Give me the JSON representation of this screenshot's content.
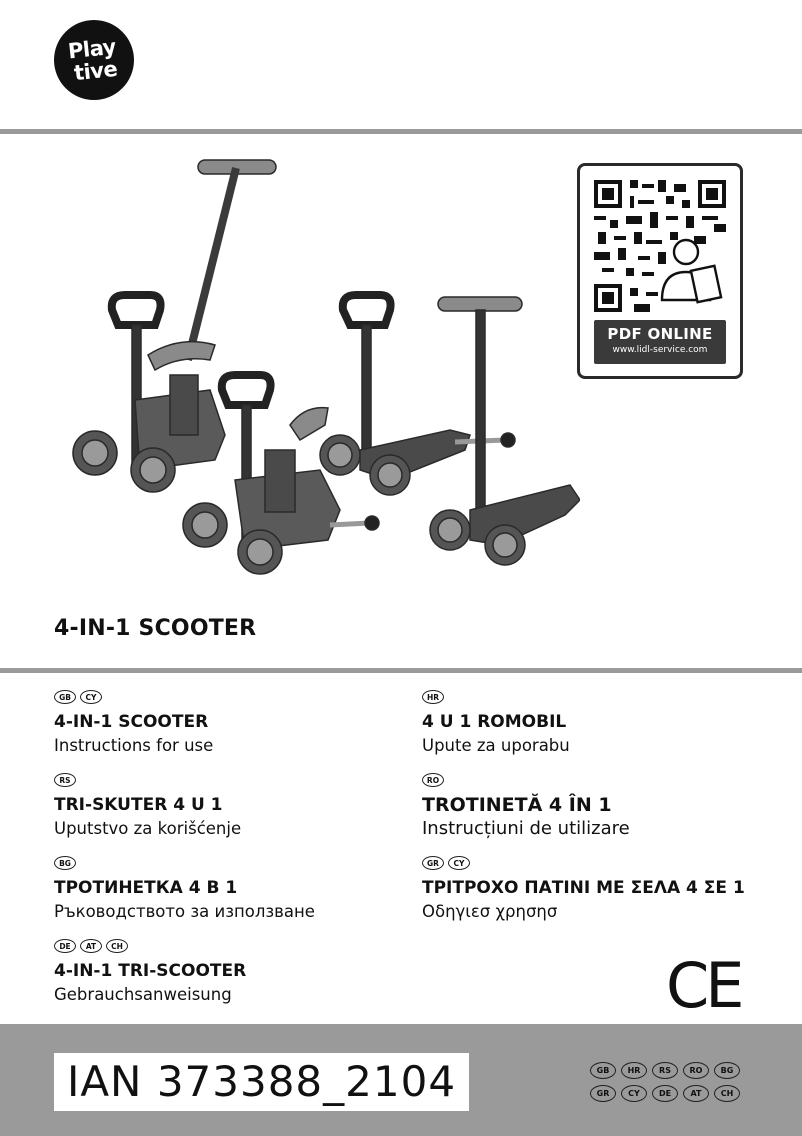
{
  "brand": {
    "logo_line1": "Play",
    "logo_line2": "tive"
  },
  "qr": {
    "label": "PDF ONLINE",
    "url": "www.lidl-service.com"
  },
  "product_title": "4-IN-1 SCOOTER",
  "languages": [
    {
      "badges": [
        "GB",
        "CY"
      ],
      "title": "4-IN-1 SCOOTER",
      "subtitle": "Instructions for use"
    },
    {
      "badges": [
        "RS"
      ],
      "title": "TRI-SKUTER 4 U 1",
      "subtitle": "Uputstvo za korišćenje"
    },
    {
      "badges": [
        "BG"
      ],
      "title": "ТРОТИНЕТКА 4 В 1",
      "subtitle": "Ръководството за използване"
    },
    {
      "badges": [
        "DE",
        "AT",
        "CH"
      ],
      "title": "4-IN-1 TRI-SCOOTER",
      "subtitle": "Gebrauchsanweisung"
    },
    {
      "badges": [
        "HR"
      ],
      "title": "4 U 1 ROMOBIL",
      "subtitle": "Upute za uporabu"
    },
    {
      "badges": [
        "RO"
      ],
      "title": "TROTINETĂ 4 ÎN 1",
      "subtitle": "Instrucțiuni de utilizare"
    },
    {
      "badges": [
        "GR",
        "CY"
      ],
      "title": "ΤΡΙΤΡΟΧΟ ΠΑΤΙΝΙ ΜΕ ΣΕΛΑ 4 ΣΕ 1",
      "subtitle": "Οδηγιεσ χρησησ"
    }
  ],
  "ce_mark": "CE",
  "ian": "IAN 373388_2104",
  "footer_badges": [
    [
      "GB",
      "HR",
      "RS",
      "RO",
      "BG"
    ],
    [
      "GR",
      "CY",
      "DE",
      "AT",
      "CH"
    ]
  ],
  "colors": {
    "divider": "#9a9a9a",
    "footer": "#9a9a9a",
    "scooter_body": "#4a4a4a",
    "scooter_accent": "#8a8a8a"
  }
}
